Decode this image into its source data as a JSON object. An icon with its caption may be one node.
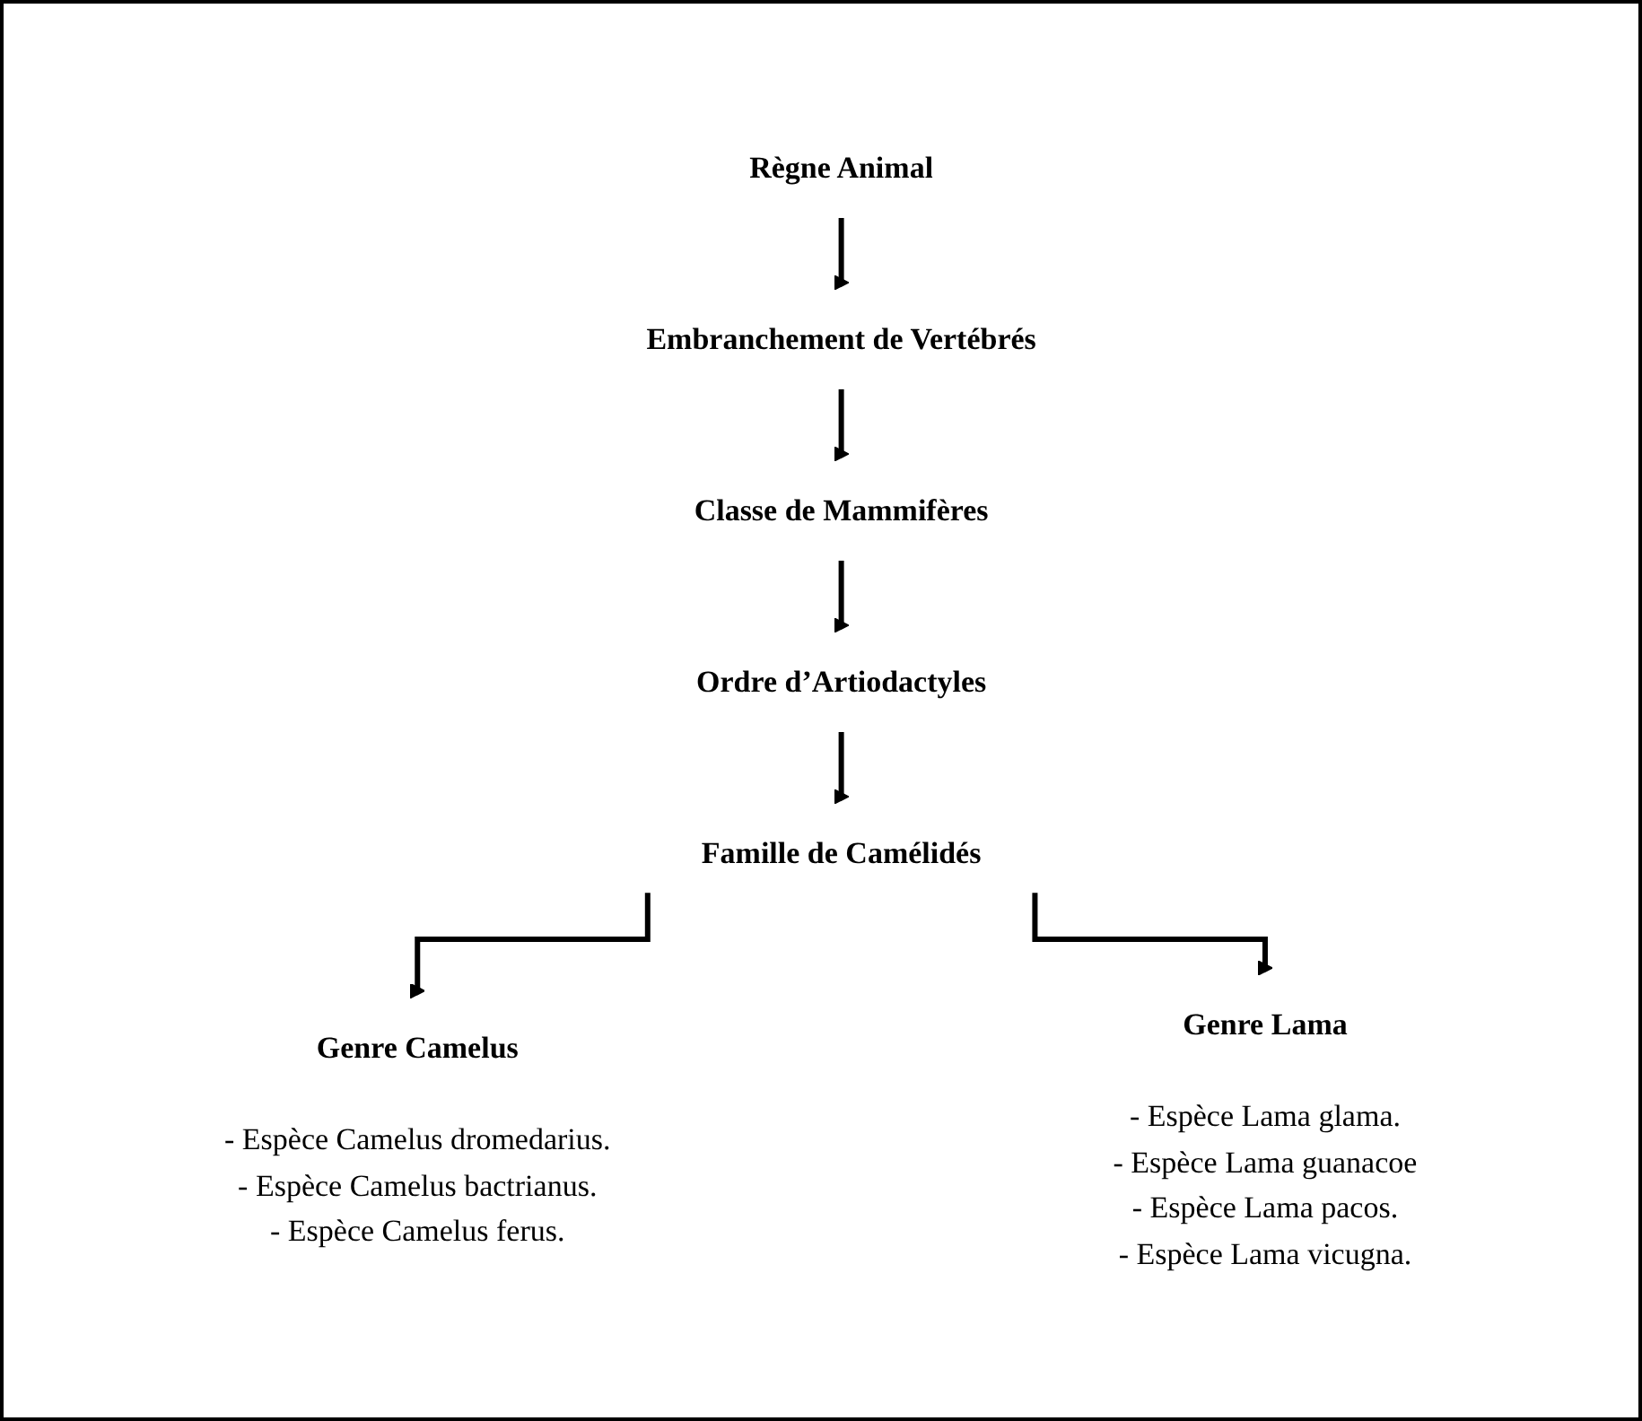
{
  "diagram": {
    "nodes": [
      {
        "text": [
          "Règne Animal"
        ]
      },
      {
        "text": [
          "Embranchement de Vertébrés"
        ]
      },
      {
        "text": [
          "Classe de Mammifères"
        ]
      },
      {
        "text": [
          "Ordre d’Artiodactyles"
        ]
      },
      {
        "text": [
          "Famille de Camélidés"
        ]
      },
      {
        "text": [
          "Genre Camelus"
        ],
        "beside": [
          "- Espèce Camelus dromedarius.",
          "- Espèce Camelus bactrianus.",
          "- Espèce Camelus ferus."
        ]
      },
      {
        "text": [
          "Genre Lama"
        ],
        "beside": [
          "- Espèce Lama glama.",
          "- Espèce Lama guanacoe",
          "- Espèce Lama pacos.",
          "- Espèce Lama vicugna."
        ]
      }
    ],
    "edges": [
      {
        "from": 0,
        "to": 1,
        "arrow": "to"
      },
      {
        "from": 1,
        "to": 2,
        "arrow": "to"
      },
      {
        "from": 2,
        "to": 3,
        "arrow": "to"
      },
      {
        "from": 3,
        "to": 4,
        "arrow": "to"
      },
      {
        "from": 4,
        "to": 5,
        "arrow": "to"
      },
      {
        "from": 4,
        "to": 6,
        "arrow": "to"
      }
    ]
  }
}
